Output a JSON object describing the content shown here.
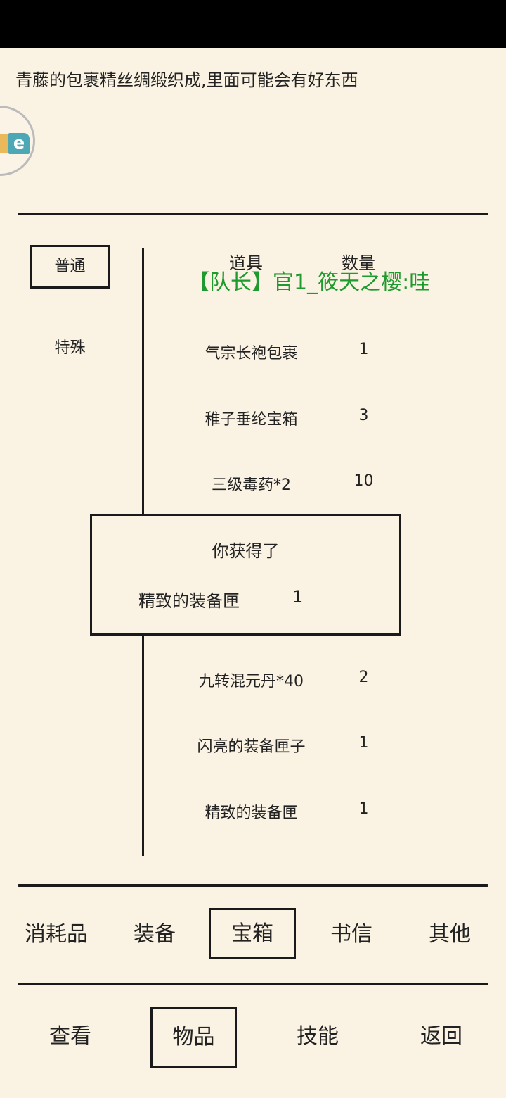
{
  "description": "青藤的包裹精丝绸缎织成,里面可能会有好东西",
  "float_button": {
    "icon": "app-logo-icon",
    "text": "e"
  },
  "subcategories": [
    {
      "label": "普通",
      "selected": true
    },
    {
      "label": "特殊",
      "selected": false
    }
  ],
  "table": {
    "headers": {
      "item": "道具",
      "count": "数量"
    },
    "rows": [
      {
        "name": "气宗长袍包裹",
        "count": "1"
      },
      {
        "name": "稚子垂纶宝箱",
        "count": "3"
      },
      {
        "name": "三级毒药*2",
        "count": "10"
      },
      {
        "name": "九转混元丹*40",
        "count": "2"
      },
      {
        "name": "闪亮的装备匣子",
        "count": "1"
      },
      {
        "name": "精致的装备匣",
        "count": "1"
      }
    ]
  },
  "chat_message": "【队长】官1_筱天之樱:哇",
  "popup": {
    "title": "你获得了",
    "item": "精致的装备匣",
    "count": "1"
  },
  "category_tabs": [
    {
      "label": "消耗品",
      "selected": false
    },
    {
      "label": "装备",
      "selected": false
    },
    {
      "label": "宝箱",
      "selected": true
    },
    {
      "label": "书信",
      "selected": false
    },
    {
      "label": "其他",
      "selected": false
    }
  ],
  "bottom_nav": [
    {
      "label": "查看",
      "selected": false
    },
    {
      "label": "物品",
      "selected": true
    },
    {
      "label": "技能",
      "selected": false
    },
    {
      "label": "返回",
      "selected": false
    }
  ],
  "colors": {
    "background": "#faf2e2",
    "chat": "#1f9a2e",
    "ink": "#1a1a1a"
  }
}
